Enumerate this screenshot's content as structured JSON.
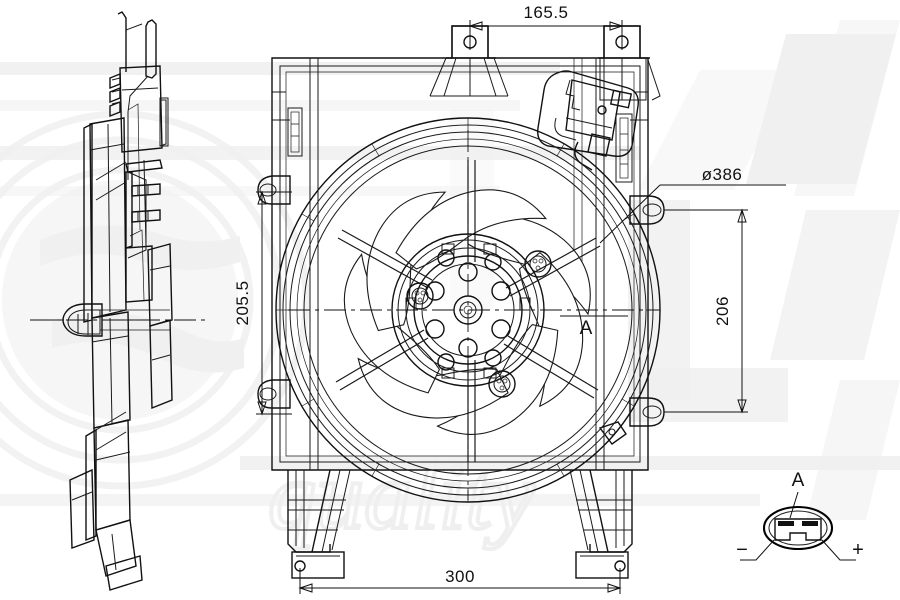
{
  "drawing": {
    "type": "engineering-dimension-drawing",
    "subject": "radiator cooling fan assembly with shroud",
    "views": [
      {
        "name": "side-profile-view",
        "position": "left"
      },
      {
        "name": "front-elevation-view",
        "position": "center"
      },
      {
        "name": "detail-view-A-connector",
        "position": "bottom-right"
      }
    ]
  },
  "dimensions": {
    "top_width": "165.5",
    "diameter": "ø386",
    "left_height": "205.5",
    "right_height": "206",
    "bottom_width": "300"
  },
  "labels": {
    "detail_callout": "A",
    "detail_title": "A",
    "terminal_negative": "−",
    "terminal_positive": "+"
  },
  "watermark": {
    "text": "quality",
    "color": "#f0f0f0"
  },
  "colors": {
    "line": "#1a1a1a",
    "background": "#ffffff",
    "watermark": "#f0f0f0",
    "dimension": "#111111"
  }
}
